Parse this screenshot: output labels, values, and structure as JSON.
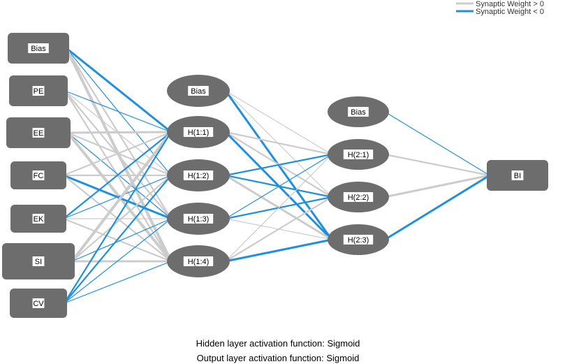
{
  "legend": {
    "positive_label": "Synaptic Weight > 0",
    "negative_label": "Synaptic Weight < 0",
    "positive_color": "#cccccc",
    "negative_color": "#1f8fe0"
  },
  "layers": {
    "input": [
      {
        "id": "in-bias",
        "label": "Bias"
      },
      {
        "id": "in-pe",
        "label": "PE"
      },
      {
        "id": "in-ee",
        "label": "EE"
      },
      {
        "id": "in-fc",
        "label": "FC"
      },
      {
        "id": "in-ek",
        "label": "EK"
      },
      {
        "id": "in-si",
        "label": "SI"
      },
      {
        "id": "in-cv",
        "label": "CV"
      }
    ],
    "hidden1": [
      {
        "id": "h1-bias",
        "label": "Bias"
      },
      {
        "id": "h1-1",
        "label": "H(1:1)"
      },
      {
        "id": "h1-2",
        "label": "H(1:2)"
      },
      {
        "id": "h1-3",
        "label": "H(1:3)"
      },
      {
        "id": "h1-4",
        "label": "H(1:4)"
      }
    ],
    "hidden2": [
      {
        "id": "h2-bias",
        "label": "Bias"
      },
      {
        "id": "h2-1",
        "label": "H(2:1)"
      },
      {
        "id": "h2-2",
        "label": "H(2:2)"
      },
      {
        "id": "h2-3",
        "label": "H(2:3)"
      }
    ],
    "output": [
      {
        "id": "out-bi",
        "label": "BI"
      }
    ]
  },
  "connections": [
    {
      "from": "in-bias",
      "to": "h1-1",
      "sign": "negative",
      "strength": 3
    },
    {
      "from": "in-bias",
      "to": "h1-2",
      "sign": "negative",
      "strength": 1
    },
    {
      "from": "in-bias",
      "to": "h1-3",
      "sign": "positive",
      "strength": 2
    },
    {
      "from": "in-bias",
      "to": "h1-4",
      "sign": "positive",
      "strength": 4
    },
    {
      "from": "in-pe",
      "to": "h1-1",
      "sign": "negative",
      "strength": 1
    },
    {
      "from": "in-pe",
      "to": "h1-2",
      "sign": "positive",
      "strength": 1
    },
    {
      "from": "in-pe",
      "to": "h1-3",
      "sign": "positive",
      "strength": 2
    },
    {
      "from": "in-pe",
      "to": "h1-4",
      "sign": "positive",
      "strength": 2
    },
    {
      "from": "in-ee",
      "to": "h1-1",
      "sign": "positive",
      "strength": 3
    },
    {
      "from": "in-ee",
      "to": "h1-2",
      "sign": "positive",
      "strength": 2
    },
    {
      "from": "in-ee",
      "to": "h1-3",
      "sign": "negative",
      "strength": 1
    },
    {
      "from": "in-ee",
      "to": "h1-4",
      "sign": "positive",
      "strength": 4
    },
    {
      "from": "in-fc",
      "to": "h1-1",
      "sign": "positive",
      "strength": 2
    },
    {
      "from": "in-fc",
      "to": "h1-2",
      "sign": "positive",
      "strength": 2
    },
    {
      "from": "in-fc",
      "to": "h1-3",
      "sign": "negative",
      "strength": 3
    },
    {
      "from": "in-fc",
      "to": "h1-4",
      "sign": "positive",
      "strength": 2
    },
    {
      "from": "in-ek",
      "to": "h1-1",
      "sign": "negative",
      "strength": 2
    },
    {
      "from": "in-ek",
      "to": "h1-2",
      "sign": "negative",
      "strength": 1
    },
    {
      "from": "in-ek",
      "to": "h1-3",
      "sign": "positive",
      "strength": 1
    },
    {
      "from": "in-ek",
      "to": "h1-4",
      "sign": "positive",
      "strength": 2
    },
    {
      "from": "in-si",
      "to": "h1-1",
      "sign": "positive",
      "strength": 4
    },
    {
      "from": "in-si",
      "to": "h1-2",
      "sign": "positive",
      "strength": 2
    },
    {
      "from": "in-si",
      "to": "h1-3",
      "sign": "negative",
      "strength": 1
    },
    {
      "from": "in-si",
      "to": "h1-4",
      "sign": "positive",
      "strength": 3
    },
    {
      "from": "in-cv",
      "to": "h1-1",
      "sign": "negative",
      "strength": 2
    },
    {
      "from": "in-cv",
      "to": "h1-2",
      "sign": "negative",
      "strength": 2
    },
    {
      "from": "in-cv",
      "to": "h1-3",
      "sign": "negative",
      "strength": 1
    },
    {
      "from": "in-cv",
      "to": "h1-4",
      "sign": "negative",
      "strength": 1
    },
    {
      "from": "h1-bias",
      "to": "h2-1",
      "sign": "positive",
      "strength": 1
    },
    {
      "from": "h1-bias",
      "to": "h2-2",
      "sign": "positive",
      "strength": 1
    },
    {
      "from": "h1-bias",
      "to": "h2-3",
      "sign": "negative",
      "strength": 3
    },
    {
      "from": "h1-1",
      "to": "h2-1",
      "sign": "positive",
      "strength": 2
    },
    {
      "from": "h1-1",
      "to": "h2-2",
      "sign": "positive",
      "strength": 2
    },
    {
      "from": "h1-1",
      "to": "h2-3",
      "sign": "negative",
      "strength": 3
    },
    {
      "from": "h1-2",
      "to": "h2-1",
      "sign": "negative",
      "strength": 2
    },
    {
      "from": "h1-2",
      "to": "h2-2",
      "sign": "negative",
      "strength": 2
    },
    {
      "from": "h1-2",
      "to": "h2-3",
      "sign": "positive",
      "strength": 3
    },
    {
      "from": "h1-3",
      "to": "h2-1",
      "sign": "negative",
      "strength": 1
    },
    {
      "from": "h1-3",
      "to": "h2-2",
      "sign": "negative",
      "strength": 2
    },
    {
      "from": "h1-3",
      "to": "h2-3",
      "sign": "positive",
      "strength": 1
    },
    {
      "from": "h1-4",
      "to": "h2-1",
      "sign": "positive",
      "strength": 1
    },
    {
      "from": "h1-4",
      "to": "h2-2",
      "sign": "positive",
      "strength": 2
    },
    {
      "from": "h1-4",
      "to": "h2-3",
      "sign": "negative",
      "strength": 3
    },
    {
      "from": "h2-bias",
      "to": "out-bi",
      "sign": "negative",
      "strength": 1
    },
    {
      "from": "h2-1",
      "to": "out-bi",
      "sign": "positive",
      "strength": 2
    },
    {
      "from": "h2-2",
      "to": "out-bi",
      "sign": "positive",
      "strength": 3
    },
    {
      "from": "h2-3",
      "to": "out-bi",
      "sign": "negative",
      "strength": 3
    }
  ],
  "footer": {
    "hidden_activation": "Hidden layer activation function: Sigmoid",
    "output_activation": "Output layer activation function: Sigmoid"
  }
}
